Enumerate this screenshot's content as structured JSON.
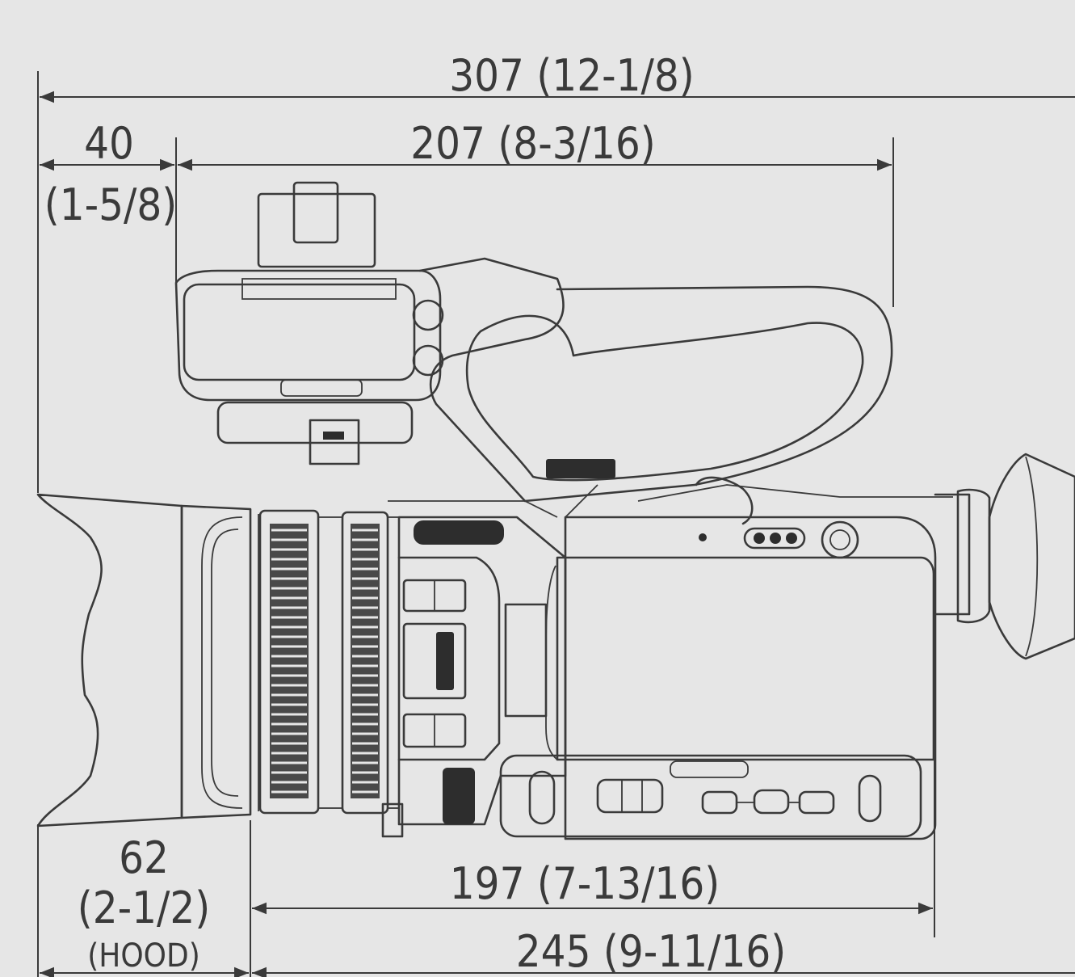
{
  "diagram": {
    "dimensions": {
      "overall_length": "307 (12-1/8)",
      "handle_length": "207 (8-3/16)",
      "front_offset_mm": "40",
      "front_offset_in": "(1-5/8)",
      "hood_mm": "62",
      "hood_in": "(2-1/2)",
      "hood_note": "(HOOD)",
      "body_length": "197 (7-13/16)",
      "lens_to_back": "245 (9-11/16)"
    }
  }
}
